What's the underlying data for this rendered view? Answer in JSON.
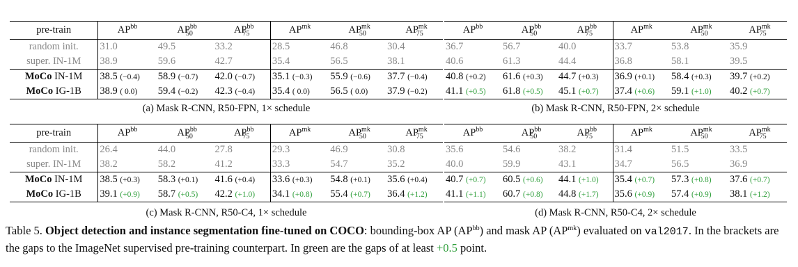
{
  "headers": {
    "pretrain": "pre-train",
    "ap": "AP",
    "bb": "bb",
    "mk": "mk",
    "s50": "50",
    "s75": "75"
  },
  "tables": [
    {
      "caption": "(a) Mask R-CNN, R50-FPN, 1× schedule",
      "rows": [
        {
          "name": "random init.",
          "cells": [
            {
              "v": "31.0"
            },
            {
              "v": "49.5"
            },
            {
              "v": "33.2"
            },
            {
              "v": "28.5"
            },
            {
              "v": "46.8"
            },
            {
              "v": "30.4"
            }
          ]
        },
        {
          "name": "super. IN-1M",
          "cells": [
            {
              "v": "38.9"
            },
            {
              "v": "59.6"
            },
            {
              "v": "42.7"
            },
            {
              "v": "35.4"
            },
            {
              "v": "56.5"
            },
            {
              "v": "38.1"
            }
          ]
        },
        {
          "name_bold": "MoCo",
          "name_rest": "IN-1M",
          "cells": [
            {
              "v": "38.5",
              "gap": "(−0.4)"
            },
            {
              "v": "58.9",
              "gap": "(−0.7)"
            },
            {
              "v": "42.0",
              "gap": "(−0.7)"
            },
            {
              "v": "35.1",
              "gap": "(−0.3)"
            },
            {
              "v": "55.9",
              "gap": "(−0.6)"
            },
            {
              "v": "37.7",
              "gap": "(−0.4)"
            }
          ]
        },
        {
          "name_bold": "MoCo",
          "name_rest": "IG-1B",
          "cells": [
            {
              "v": "38.9",
              "gap": "( 0.0)"
            },
            {
              "v": "59.4",
              "gap": "(−0.2)"
            },
            {
              "v": "42.3",
              "gap": "(−0.4)"
            },
            {
              "v": "35.4",
              "gap": "( 0.0)"
            },
            {
              "v": "56.5",
              "gap": "( 0.0)"
            },
            {
              "v": "37.9",
              "gap": "(−0.2)"
            }
          ]
        }
      ]
    },
    {
      "caption": "(b) Mask R-CNN, R50-FPN, 2× schedule",
      "rows": [
        {
          "cells": [
            {
              "v": "36.7"
            },
            {
              "v": "56.7"
            },
            {
              "v": "40.0"
            },
            {
              "v": "33.7"
            },
            {
              "v": "53.8"
            },
            {
              "v": "35.9"
            }
          ]
        },
        {
          "cells": [
            {
              "v": "40.6"
            },
            {
              "v": "61.3"
            },
            {
              "v": "44.4"
            },
            {
              "v": "36.8"
            },
            {
              "v": "58.1"
            },
            {
              "v": "39.5"
            }
          ]
        },
        {
          "cells": [
            {
              "v": "40.8",
              "gap": "(+0.2)"
            },
            {
              "v": "61.6",
              "gap": "(+0.3)"
            },
            {
              "v": "44.7",
              "gap": "(+0.3)"
            },
            {
              "v": "36.9",
              "gap": "(+0.1)"
            },
            {
              "v": "58.4",
              "gap": "(+0.3)"
            },
            {
              "v": "39.7",
              "gap": "(+0.2)"
            }
          ]
        },
        {
          "cells": [
            {
              "v": "41.1",
              "gap": "(+0.5)",
              "green": true
            },
            {
              "v": "61.8",
              "gap": "(+0.5)",
              "green": true
            },
            {
              "v": "45.1",
              "gap": "(+0.7)",
              "green": true
            },
            {
              "v": "37.4",
              "gap": "(+0.6)",
              "green": true
            },
            {
              "v": "59.1",
              "gap": "(+1.0)",
              "green": true
            },
            {
              "v": "40.2",
              "gap": "(+0.7)",
              "green": true
            }
          ]
        }
      ]
    },
    {
      "caption": "(c) Mask R-CNN, R50-C4, 1× schedule",
      "rows": [
        {
          "name": "random init.",
          "cells": [
            {
              "v": "26.4"
            },
            {
              "v": "44.0"
            },
            {
              "v": "27.8"
            },
            {
              "v": "29.3"
            },
            {
              "v": "46.9"
            },
            {
              "v": "30.8"
            }
          ]
        },
        {
          "name": "super. IN-1M",
          "cells": [
            {
              "v": "38.2"
            },
            {
              "v": "58.2"
            },
            {
              "v": "41.2"
            },
            {
              "v": "33.3"
            },
            {
              "v": "54.7"
            },
            {
              "v": "35.2"
            }
          ]
        },
        {
          "name_bold": "MoCo",
          "name_rest": "IN-1M",
          "cells": [
            {
              "v": "38.5",
              "gap": "(+0.3)"
            },
            {
              "v": "58.3",
              "gap": "(+0.1)"
            },
            {
              "v": "41.6",
              "gap": "(+0.4)"
            },
            {
              "v": "33.6",
              "gap": "(+0.3)"
            },
            {
              "v": "54.8",
              "gap": "(+0.1)"
            },
            {
              "v": "35.6",
              "gap": "(+0.4)"
            }
          ]
        },
        {
          "name_bold": "MoCo",
          "name_rest": "IG-1B",
          "cells": [
            {
              "v": "39.1",
              "gap": "(+0.9)",
              "green": true
            },
            {
              "v": "58.7",
              "gap": "(+0.5)",
              "green": true
            },
            {
              "v": "42.2",
              "gap": "(+1.0)",
              "green": true
            },
            {
              "v": "34.1",
              "gap": "(+0.8)",
              "green": true
            },
            {
              "v": "55.4",
              "gap": "(+0.7)",
              "green": true
            },
            {
              "v": "36.4",
              "gap": "(+1.2)",
              "green": true
            }
          ]
        }
      ]
    },
    {
      "caption": "(d) Mask R-CNN, R50-C4, 2× schedule",
      "rows": [
        {
          "cells": [
            {
              "v": "35.6"
            },
            {
              "v": "54.6"
            },
            {
              "v": "38.2"
            },
            {
              "v": "31.4"
            },
            {
              "v": "51.5"
            },
            {
              "v": "33.5"
            }
          ]
        },
        {
          "cells": [
            {
              "v": "40.0"
            },
            {
              "v": "59.9"
            },
            {
              "v": "43.1"
            },
            {
              "v": "34.7"
            },
            {
              "v": "56.5"
            },
            {
              "v": "36.9"
            }
          ]
        },
        {
          "cells": [
            {
              "v": "40.7",
              "gap": "(+0.7)",
              "green": true
            },
            {
              "v": "60.5",
              "gap": "(+0.6)",
              "green": true
            },
            {
              "v": "44.1",
              "gap": "(+1.0)",
              "green": true
            },
            {
              "v": "35.4",
              "gap": "(+0.7)",
              "green": true
            },
            {
              "v": "57.3",
              "gap": "(+0.8)",
              "green": true
            },
            {
              "v": "37.6",
              "gap": "(+0.7)",
              "green": true
            }
          ]
        },
        {
          "cells": [
            {
              "v": "41.1",
              "gap": "(+1.1)",
              "green": true
            },
            {
              "v": "60.7",
              "gap": "(+0.8)",
              "green": true
            },
            {
              "v": "44.8",
              "gap": "(+1.7)",
              "green": true
            },
            {
              "v": "35.6",
              "gap": "(+0.9)",
              "green": true
            },
            {
              "v": "57.4",
              "gap": "(+0.9)",
              "green": true
            },
            {
              "v": "38.1",
              "gap": "(+1.2)",
              "green": true
            }
          ]
        }
      ]
    }
  ],
  "caption": {
    "label": "Table 5.",
    "bold": "Object detection and instance segmentation fine-tuned on COCO",
    "t1": ": bounding-box AP (AP",
    "t2": ") and mask AP (AP",
    "t3": ") evaluated on ",
    "mono": "val2017",
    "t4": ". In the brackets are the gaps to the ImageNet supervised pre-training counterpart. In green are the gaps of at least ",
    "green": "+0.5",
    "t5": " point."
  }
}
